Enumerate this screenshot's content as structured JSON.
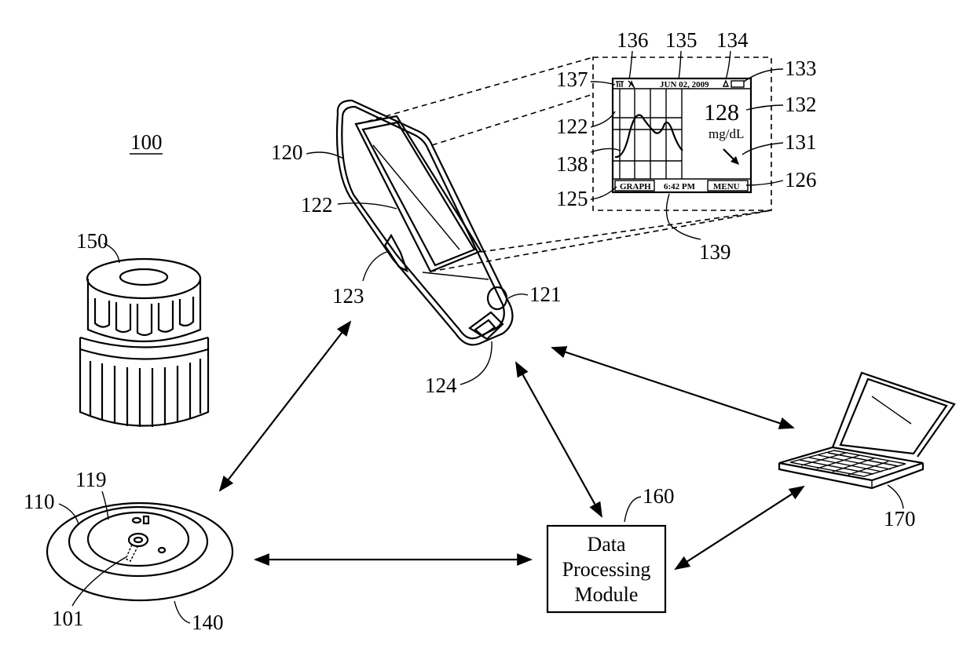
{
  "figure": {
    "number": "100",
    "refs": {
      "r101": "101",
      "r110": "110",
      "r119": "119",
      "r120": "120",
      "r121": "121",
      "r122a": "122",
      "r122b": "122",
      "r123": "123",
      "r124": "124",
      "r125": "125",
      "r126": "126",
      "r131": "131",
      "r132": "132",
      "r133": "133",
      "r134": "134",
      "r135": "135",
      "r136": "136",
      "r137": "137",
      "r138": "138",
      "r139": "139",
      "r140": "140",
      "r150": "150",
      "r160": "160",
      "r170": "170"
    },
    "screen": {
      "date": "JUN 02, 2009",
      "reading": "128",
      "unit": "mg/dL",
      "left_button": "GRAPH",
      "time": "6:42 PM",
      "right_button": "MENU"
    },
    "module_lines": [
      "Data",
      "Processing",
      "Module"
    ]
  }
}
